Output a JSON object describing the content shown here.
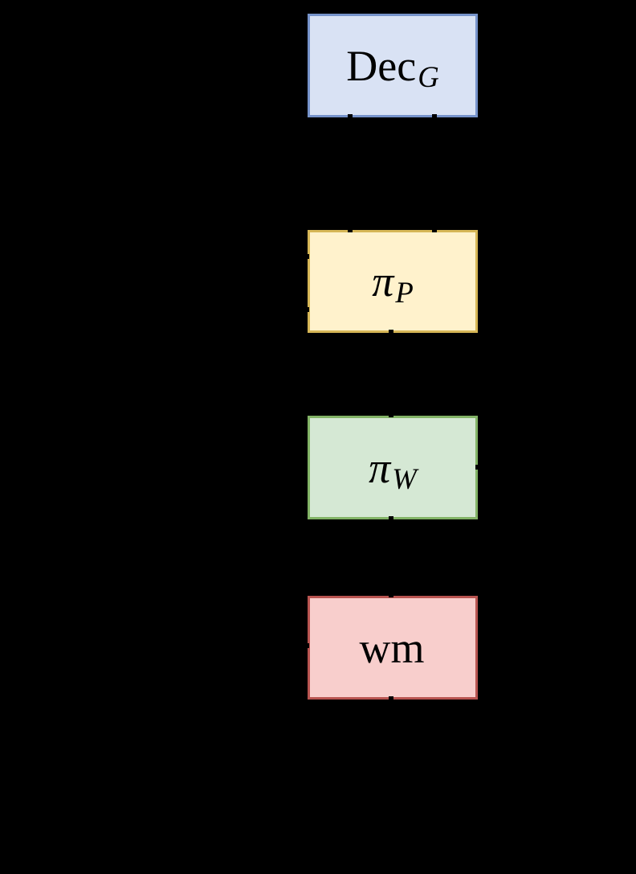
{
  "canvas": {
    "background": "#000000",
    "label_color": "#000000"
  },
  "nodes": [
    {
      "id": "dec-g",
      "label_main": "Dec",
      "label_sub": "G",
      "fill": "#d9e2f4",
      "stroke": "#7693ca"
    },
    {
      "id": "pi-p",
      "label_main": "π",
      "label_sub": "P",
      "fill": "#fff2cc",
      "stroke": "#d6b656"
    },
    {
      "id": "pi-w",
      "label_main": "π",
      "label_sub": "W",
      "fill": "#d5e8d4",
      "stroke": "#82b366"
    },
    {
      "id": "wm",
      "label_main": "wm",
      "label_sub": "",
      "fill": "#f8cecc",
      "stroke": "#b85450"
    }
  ]
}
